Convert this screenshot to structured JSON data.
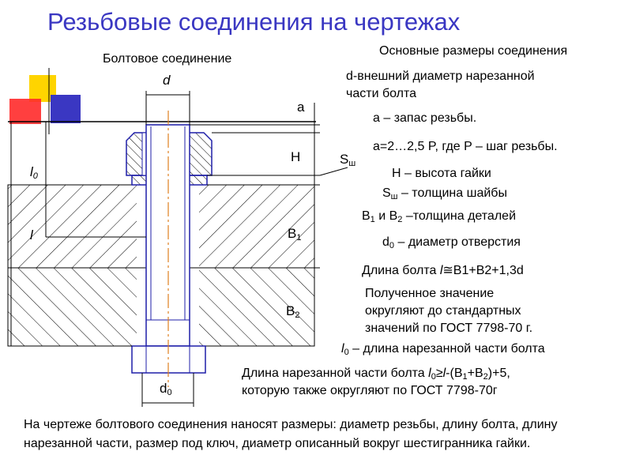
{
  "title": "Резьбовые соединения на чертежах",
  "drawing": {
    "caption": "Болтовое соединение",
    "labels": {
      "d": "d",
      "a": "a",
      "H": "H",
      "S": "S",
      "S_sub": "ш",
      "l0": "l",
      "l0_sub": "0",
      "l": "l",
      "B1": "B",
      "B1_sub": "1",
      "B2": "B",
      "B2_sub": "2",
      "d0": "d",
      "d0_sub": "0"
    },
    "colors": {
      "hatch": "#000000",
      "bolt_outline": "#1f1fa8",
      "axis": "#e08020"
    }
  },
  "notes": {
    "heading": "Основные размеры соединения",
    "d_line1": "d-внешний диаметр нарезанной",
    "d_line2": "части болта",
    "a_def": "a – запас резьбы.",
    "a_formula": "a=2…2,5 P, где P – шаг резьбы.",
    "H_def": "H – высота гайки",
    "S_sym": "S",
    "S_sub": "ш",
    "S_rest": " – толщина шайбы",
    "B_p1": "B",
    "B_sub1": "1",
    "B_p2": " и B",
    "B_sub2": "2",
    "B_rest": " –толщина деталей",
    "d0_sym": "d",
    "d0_sub": "0",
    "d0_rest": " – диаметр отверстия",
    "len_prefix": "Длина болта  ",
    "len_l": "l",
    "len_formula": "≅B1+B2+1,3d",
    "round_line1": "Полученное значение",
    "round_line2": "округляют до стандартных",
    "round_line3": "значений по ГОСТ 7798-70 г.",
    "l0_sym": "l",
    "l0_sub": "0",
    "l0_rest": " – длина нарезанной части болта",
    "thr_prefix": "Длина нарезанной части болта  ",
    "thr_l0": "l",
    "thr_l0_sub": "0",
    "thr_ge": "≥",
    "thr_l": "l",
    "thr_p1": "-(B",
    "thr_s1": "1",
    "thr_p2": "+B",
    "thr_s2": "2",
    "thr_p3": ")+5,",
    "thr_line2": "которую также округляют по ГОСТ 7798-70г"
  },
  "bottom_note": "На чертеже болтового соединения наносят размеры: диаметр резьбы, длину болта, длину нарезанной части, размер под ключ, диаметр описанный вокруг шестигранника гайки."
}
